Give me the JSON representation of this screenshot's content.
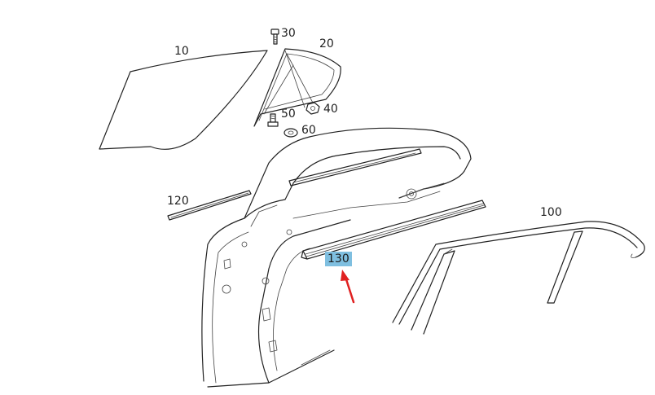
{
  "diagram": {
    "part_labels": {
      "p10": "10",
      "p20": "20",
      "p30": "30",
      "p40": "40",
      "p50": "50",
      "p60": "60",
      "p100": "100",
      "p120": "120",
      "p130": "130"
    },
    "highlighted_label": "130",
    "highlight_color": "#7fbfe0",
    "arrow_color": "#e02020",
    "line_color": "#222222"
  }
}
